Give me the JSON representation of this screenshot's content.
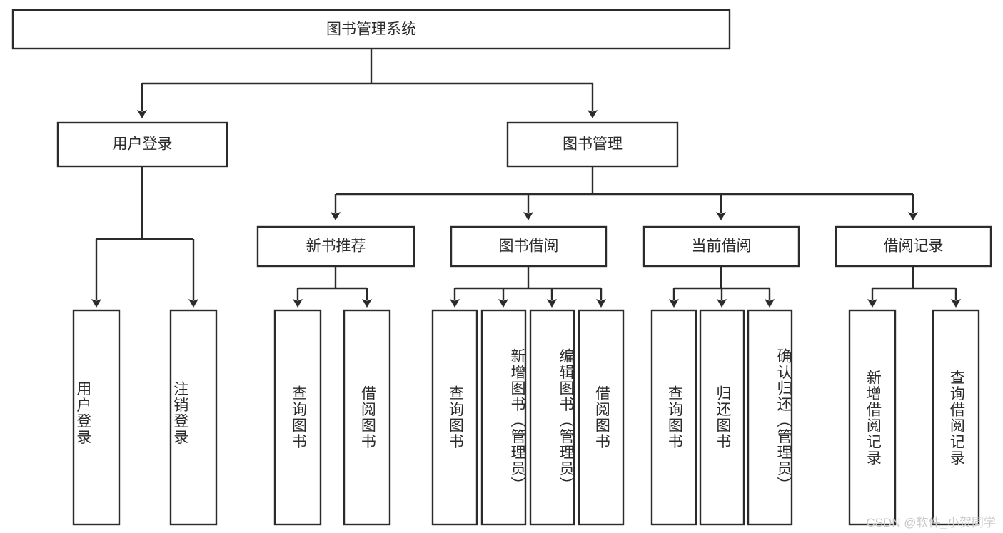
{
  "diagram": {
    "title": "图书管理系统",
    "type": "tree-hierarchy",
    "root": {
      "label": "图书管理系统"
    },
    "level2": [
      {
        "id": "user-login",
        "label": "用户登录"
      },
      {
        "id": "book-management",
        "label": "图书管理"
      }
    ],
    "level3": [
      {
        "id": "new-book-recommend",
        "label": "新书推荐",
        "parent": "book-management"
      },
      {
        "id": "book-borrow",
        "label": "图书借阅",
        "parent": "book-management"
      },
      {
        "id": "current-borrow",
        "label": "当前借阅",
        "parent": "book-management"
      },
      {
        "id": "borrow-record",
        "label": "借阅记录",
        "parent": "book-management"
      }
    ],
    "leaves": [
      {
        "id": "leaf-user-login",
        "label": "用户登录",
        "parent": "user-login",
        "align": "bottom"
      },
      {
        "id": "leaf-logout",
        "label": "注销登录",
        "parent": "user-login",
        "align": "bottom"
      },
      {
        "id": "leaf-query-book-1",
        "label": "查询图书",
        "parent": "new-book-recommend",
        "align": "middle"
      },
      {
        "id": "leaf-borrow-book-1",
        "label": "借阅图书",
        "parent": "new-book-recommend",
        "align": "middle"
      },
      {
        "id": "leaf-query-book-2",
        "label": "查询图书",
        "parent": "book-borrow",
        "align": "middle"
      },
      {
        "id": "leaf-add-book",
        "label": "新增图书（管理员）",
        "parent": "book-borrow",
        "align": "top"
      },
      {
        "id": "leaf-edit-book",
        "label": "编辑图书（管理员）",
        "parent": "book-borrow",
        "align": "top"
      },
      {
        "id": "leaf-borrow-book-2",
        "label": "借阅图书",
        "parent": "book-borrow",
        "align": "middle"
      },
      {
        "id": "leaf-query-book-3",
        "label": "查询图书",
        "parent": "current-borrow",
        "align": "middle"
      },
      {
        "id": "leaf-return-book",
        "label": "归还图书",
        "parent": "current-borrow",
        "align": "middle"
      },
      {
        "id": "leaf-confirm-return",
        "label": "确认归还（管理员）",
        "parent": "current-borrow",
        "align": "top"
      },
      {
        "id": "leaf-add-record",
        "label": "新增借阅记录",
        "parent": "borrow-record",
        "align": "middle"
      },
      {
        "id": "leaf-query-record",
        "label": "查询借阅记录",
        "parent": "borrow-record",
        "align": "middle"
      }
    ],
    "colors": {
      "box_stroke": "#2b2b2b",
      "box_fill": "#ffffff",
      "connector": "#2b2b2b",
      "text": "#2b2b2b",
      "background": "#ffffff",
      "watermark": "#c9c9c9"
    }
  },
  "watermark": {
    "text": "CSDN @软件_小贺同学"
  }
}
